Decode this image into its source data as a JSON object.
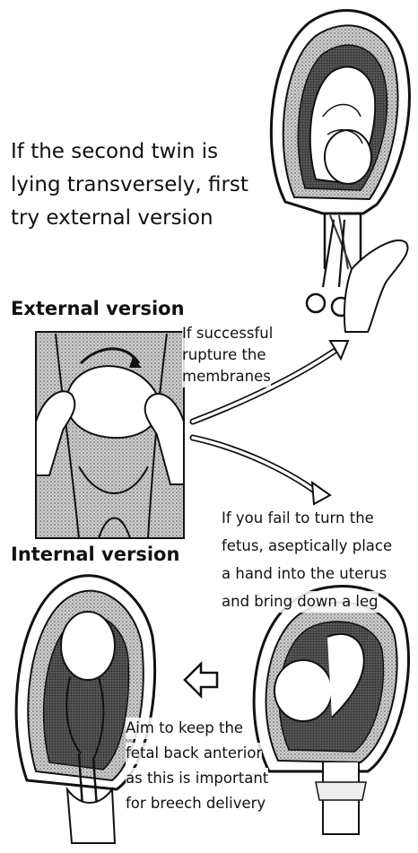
{
  "intro": {
    "line1": "If the second twin is",
    "line2": "lying transversely, first",
    "line3": "try external version"
  },
  "external": {
    "heading": "External version",
    "success_l1": "If successful",
    "success_l2": "rupture the",
    "success_l3": "membranes"
  },
  "fail": {
    "l1": "If you fail to turn the",
    "l2": "fetus, aseptically place",
    "l3": "a hand into the uterus",
    "l4": "and bring down a leg"
  },
  "internal": {
    "heading": "Internal version",
    "aim_l1": "Aim to keep the",
    "aim_l2": "fetal back anterior",
    "aim_l3": "as this is important",
    "aim_l4": "for breech delivery"
  },
  "colors": {
    "ink": "#111111",
    "stipple": "#9a9a9a",
    "paper": "#ffffff"
  }
}
